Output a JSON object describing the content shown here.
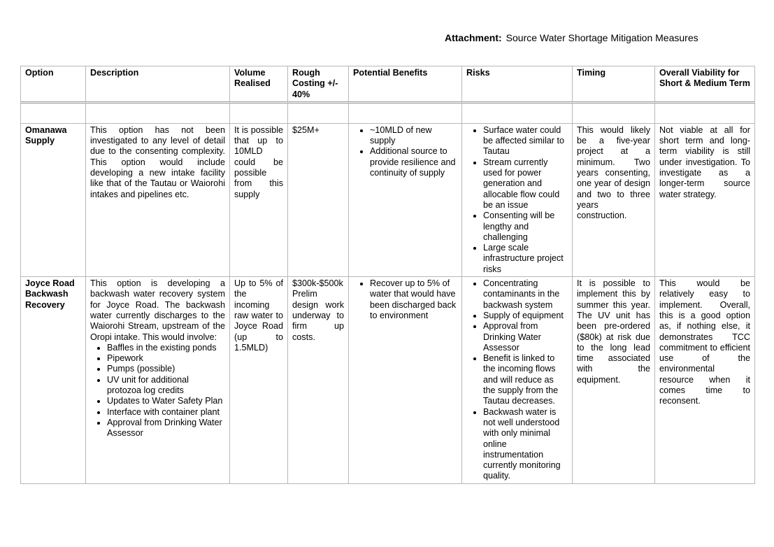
{
  "header": {
    "label": "Attachment:",
    "title": "Source Water Shortage Mitigation Measures"
  },
  "table": {
    "columns": [
      "Option",
      "Description",
      "Volume Realised",
      "Rough Costing +/- 40%",
      "Potential Benefits",
      "Risks",
      "Timing",
      "Overall Viability for Short & Medium Term"
    ],
    "rows": [
      {
        "option": "Omanawa Supply",
        "description": "This option has not been investigated to any level of detail due to the consenting complexity. This option would include developing a new intake facility like that of the Tautau or Waiorohi intakes and pipelines etc.",
        "description_items": [],
        "volume": "It is possible that up to 10MLD could be possible from this supply",
        "costing": "$25M+",
        "benefits": [
          "~10MLD of new supply",
          "Additional source to provide resilience and continuity of supply"
        ],
        "risks": [
          "Surface water could be affected similar to Tautau",
          "Stream currently used for power generation and allocable flow could be an issue",
          "Consenting will be lengthy and challenging",
          "Large scale infrastructure project risks"
        ],
        "timing": "This would likely be a five-year project at a minimum. Two years consenting, one year of design and two to three years construction.",
        "viability": "Not viable at all for short term and long-term viability is still under investigation. To investigate as a longer-term source water strategy."
      },
      {
        "option": "Joyce Road Backwash Recovery",
        "description": "This option is developing a backwash water recovery system for Joyce Road. The backwash water currently discharges to the Waiorohi Stream, upstream of the Oropi intake. This would involve:",
        "description_items": [
          "Baffles in the existing ponds",
          "Pipework",
          "Pumps (possible)",
          "UV unit for additional protozoa log credits",
          "Updates to Water Safety Plan",
          "Interface with container plant",
          "Approval from Drinking Water Assessor"
        ],
        "volume": "Up to 5% of the incoming raw water to Joyce Road (up to 1.5MLD)",
        "costing": "$300k-$500k Prelim design work underway to firm up costs.",
        "benefits": [
          "Recover up to 5% of water that would have been discharged back to environment"
        ],
        "risks": [
          "Concentrating contaminants in the backwash system",
          "Supply of equipment",
          "Approval from Drinking Water Assessor",
          "Benefit is linked to the incoming flows and will reduce as the supply from the Tautau decreases.",
          "Backwash water is not well understood with only minimal online instrumentation currently monitoring quality."
        ],
        "timing": "It is possible to implement this by summer this year. The UV unit has been pre-ordered ($80k) at risk due to the long lead time associated with the equipment.",
        "viability": "This would be relatively easy to implement. Overall, this is a good option as, if nothing else, it demonstrates TCC commitment to efficient use of the environmental resource when it comes time to reconsent."
      }
    ]
  }
}
